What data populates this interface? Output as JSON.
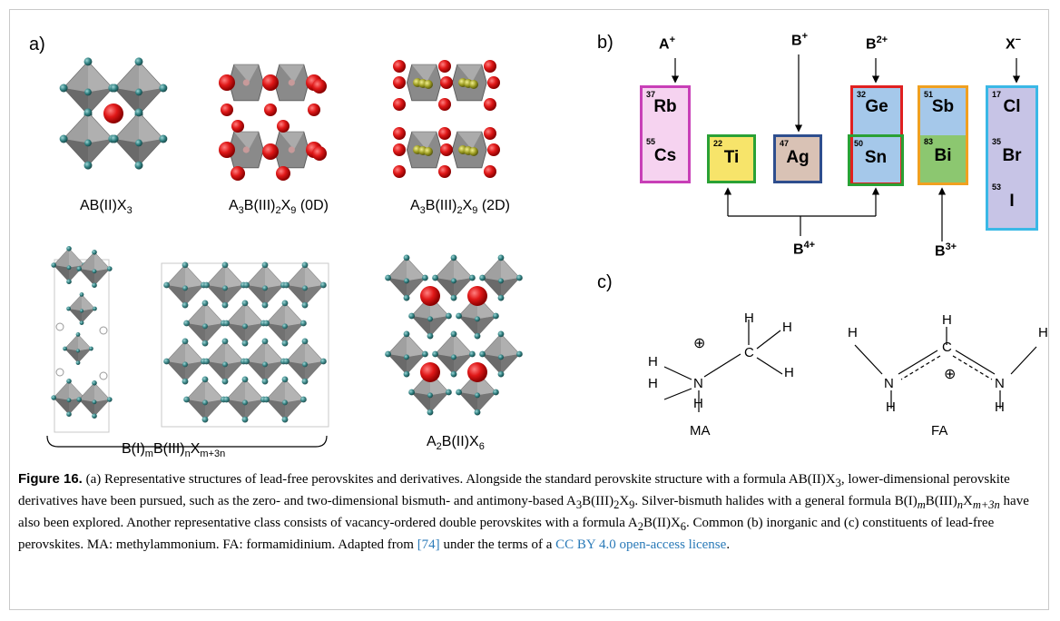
{
  "panels": {
    "a": "a)",
    "b": "b)",
    "c": "c)"
  },
  "structures": [
    {
      "id": "abx3",
      "label": "AB(II)X",
      "sub": "3"
    },
    {
      "id": "a3b2x9_0d",
      "label_parts": [
        "A",
        "3",
        "B(III)",
        "2",
        "X",
        "9",
        " (0D)"
      ]
    },
    {
      "id": "a3b2x9_2d",
      "label_parts": [
        "A",
        "3",
        "B(III)",
        "2",
        "X",
        "9",
        " (2D)"
      ]
    },
    {
      "id": "bi_bi_x",
      "label_parts": [
        "B(I)",
        "m",
        "B(III)",
        "n",
        "X",
        "m+3n"
      ]
    },
    {
      "id": "a2bx6",
      "label_parts": [
        "A",
        "2",
        "B(II)X",
        "6"
      ]
    }
  ],
  "periodic": {
    "ions": {
      "a_plus": {
        "base": "A",
        "charge": "+"
      },
      "b_plus": {
        "base": "B",
        "charge": "+"
      },
      "b_2plus": {
        "base": "B",
        "charge": "2+"
      },
      "x_minus": {
        "base": "X",
        "charge": "−"
      },
      "b_4plus": {
        "base": "B",
        "charge": "4+"
      },
      "b_3plus": {
        "base": "B",
        "charge": "3+"
      }
    },
    "tiles": [
      {
        "key": "rb",
        "num": "37",
        "sym": "Rb"
      },
      {
        "key": "cs",
        "num": "55",
        "sym": "Cs"
      },
      {
        "key": "ti",
        "num": "22",
        "sym": "Ti"
      },
      {
        "key": "ag",
        "num": "47",
        "sym": "Ag"
      },
      {
        "key": "ge",
        "num": "32",
        "sym": "Ge"
      },
      {
        "key": "sn",
        "num": "50",
        "sym": "Sn"
      },
      {
        "key": "sb",
        "num": "51",
        "sym": "Sb"
      },
      {
        "key": "bi",
        "num": "83",
        "sym": "Bi"
      },
      {
        "key": "cl",
        "num": "17",
        "sym": "Cl"
      },
      {
        "key": "br",
        "num": "35",
        "sym": "Br"
      },
      {
        "key": "i",
        "num": "53",
        "sym": "I"
      }
    ],
    "colors": {
      "magenta": "#c83fb7",
      "green": "#2aa135",
      "navy": "#2e4e8e",
      "red": "#e02020",
      "orange": "#f0a020",
      "cyan": "#3ab8e6",
      "fill_pink": "#f6d3f0",
      "fill_yellow": "#f7e46a",
      "fill_tan": "#d9c2b5",
      "fill_blue": "#a5c8ea",
      "fill_green": "#8cc770",
      "fill_lavender": "#c7c4e6"
    }
  },
  "molecules": {
    "ma": {
      "label": "MA",
      "atoms": {
        "h_top": "H",
        "h_ur": "H",
        "c": "C",
        "h_r": "H",
        "h_l": "H",
        "n": "N",
        "h_ll": "H",
        "h_b": "H"
      },
      "charge": "⊕"
    },
    "fa": {
      "label": "FA",
      "atoms": {
        "h_top": "H",
        "c": "C",
        "h_l": "H",
        "n_l": "N",
        "h_bl": "H",
        "h_r": "H",
        "n_r": "N",
        "h_br": "H"
      },
      "charge": "⊕"
    }
  },
  "caption": {
    "figure": "Figure 16.",
    "s1": " (a) Representative structures of lead-free perovskites and derivatives. Alongside the standard perovskite structure with a formula AB(II)X",
    "s1_sub": "3",
    "s2": ", lower-dimensional perovskite derivatives have been pursued, such as the zero- and two-dimensional bismuth- and antimony-based A",
    "s2_sub1": "3",
    "s2_mid": "B(III)",
    "s2_sub2": "2",
    "s2_x": "X",
    "s2_sub3": "9",
    "s3": ". Silver-bismuth halides with a general formula B(I)",
    "s3_sub1": "m",
    "s3_mid": "B(III)",
    "s3_sub2": "n",
    "s3_x": "X",
    "s3_sub3": "m+3n",
    "s4": " have also been explored. Another representative class consists of vacancy-ordered double perovskites with a formula A",
    "s4_sub1": "2",
    "s4_mid": "B(II)X",
    "s4_sub2": "6",
    "s5": ". Common (b) inorganic and (c) constituents of lead-free perovskites. MA: methylammonium. FA: formamidinium. Adapted from ",
    "ref": "[74]",
    "s6": " under the terms of a ",
    "link": "CC BY 4.0 open-access license",
    "s7": "."
  }
}
